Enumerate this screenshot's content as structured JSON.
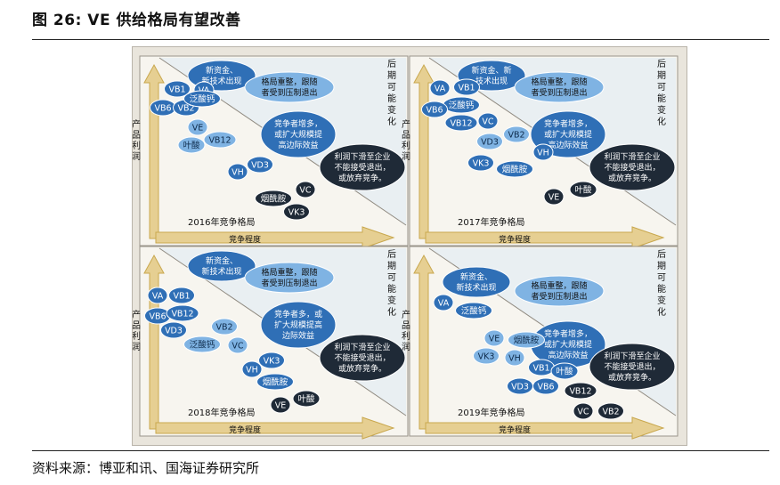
{
  "title": "图 26:  VE 供给格局有望改善",
  "source": "资料来源：博亚和讯、国海证券研究所",
  "axis": {
    "x_label": "竞争程度",
    "y_label": [
      "产",
      "品",
      "利",
      "润"
    ],
    "later_label": [
      "后",
      "期",
      "可",
      "能",
      "变",
      "化"
    ]
  },
  "callouts": {
    "new_capital": [
      "新资金、",
      "新技术出现"
    ],
    "restructure": [
      "格局重整，跟随",
      "者受到压制退出"
    ],
    "competitors": [
      "竞争者增多，",
      "或扩大规模提",
      "高边际效益"
    ],
    "profit_fall": [
      "利润下滑至企业",
      "不能接受退出，",
      "或放弃竞争。"
    ]
  },
  "callouts_variant": {
    "new_capital_2017": [
      "新资金、新",
      "技术出现"
    ],
    "competitors_2018": [
      "竞争者多，或",
      "扩大规模提高",
      "边际效益"
    ]
  },
  "colors": {
    "light_bubble": "#7fb3e3",
    "mid_bubble": "#2f6fb6",
    "dark_bubble": "#1f2a37",
    "arrow_fill": "#e6cf92",
    "arrow_stroke": "#c9a84e",
    "panel_bg": "#f7f5ef"
  },
  "panels": [
    {
      "year_label": "2016年竞争格局",
      "bubbles": [
        {
          "text": "VB1",
          "tone": "mid"
        },
        {
          "text": "VA",
          "tone": "mid"
        },
        {
          "text": "VB6",
          "tone": "mid"
        },
        {
          "text": "VB2",
          "tone": "mid"
        },
        {
          "text": "泛酸钙",
          "tone": "mid"
        },
        {
          "text": "VE",
          "tone": "light"
        },
        {
          "text": "叶酸",
          "tone": "light"
        },
        {
          "text": "VB12",
          "tone": "light"
        },
        {
          "text": "VH",
          "tone": "mid"
        },
        {
          "text": "VD3",
          "tone": "mid"
        },
        {
          "text": "VC",
          "tone": "dark"
        },
        {
          "text": "烟酰胺",
          "tone": "dark"
        },
        {
          "text": "VK3",
          "tone": "dark"
        }
      ]
    },
    {
      "year_label": "2017年竞争格局",
      "bubbles": [
        {
          "text": "VA",
          "tone": "mid"
        },
        {
          "text": "VB1",
          "tone": "mid"
        },
        {
          "text": "泛酸钙",
          "tone": "mid"
        },
        {
          "text": "VB6",
          "tone": "mid"
        },
        {
          "text": "VB12",
          "tone": "mid"
        },
        {
          "text": "VC",
          "tone": "mid"
        },
        {
          "text": "VD3",
          "tone": "light"
        },
        {
          "text": "VB2",
          "tone": "light"
        },
        {
          "text": "VK3",
          "tone": "mid"
        },
        {
          "text": "烟酰胺",
          "tone": "mid"
        },
        {
          "text": "VH",
          "tone": "mid"
        },
        {
          "text": "VE",
          "tone": "dark"
        },
        {
          "text": "叶酸",
          "tone": "dark"
        }
      ]
    },
    {
      "year_label": "2018年竞争格局",
      "bubbles": [
        {
          "text": "VA",
          "tone": "mid"
        },
        {
          "text": "VB1",
          "tone": "mid"
        },
        {
          "text": "VB6",
          "tone": "mid"
        },
        {
          "text": "VB12",
          "tone": "mid"
        },
        {
          "text": "VD3",
          "tone": "mid"
        },
        {
          "text": "VB2",
          "tone": "light"
        },
        {
          "text": "泛酸钙",
          "tone": "light"
        },
        {
          "text": "VC",
          "tone": "light"
        },
        {
          "text": "VK3",
          "tone": "mid"
        },
        {
          "text": "VH",
          "tone": "mid"
        },
        {
          "text": "烟酰胺",
          "tone": "mid"
        },
        {
          "text": "VE",
          "tone": "dark"
        },
        {
          "text": "叶酸",
          "tone": "dark"
        }
      ]
    },
    {
      "year_label": "2019年竞争格局",
      "bubbles": [
        {
          "text": "VA",
          "tone": "mid"
        },
        {
          "text": "泛酸钙",
          "tone": "mid"
        },
        {
          "text": "VE",
          "tone": "light"
        },
        {
          "text": "烟酰胺",
          "tone": "light"
        },
        {
          "text": "VK3",
          "tone": "light"
        },
        {
          "text": "VH",
          "tone": "light"
        },
        {
          "text": "VB1",
          "tone": "mid"
        },
        {
          "text": "叶酸",
          "tone": "mid"
        },
        {
          "text": "VD3",
          "tone": "mid"
        },
        {
          "text": "VB6",
          "tone": "mid"
        },
        {
          "text": "VB12",
          "tone": "dark"
        },
        {
          "text": "VC",
          "tone": "dark"
        },
        {
          "text": "VB2",
          "tone": "dark"
        }
      ]
    }
  ]
}
